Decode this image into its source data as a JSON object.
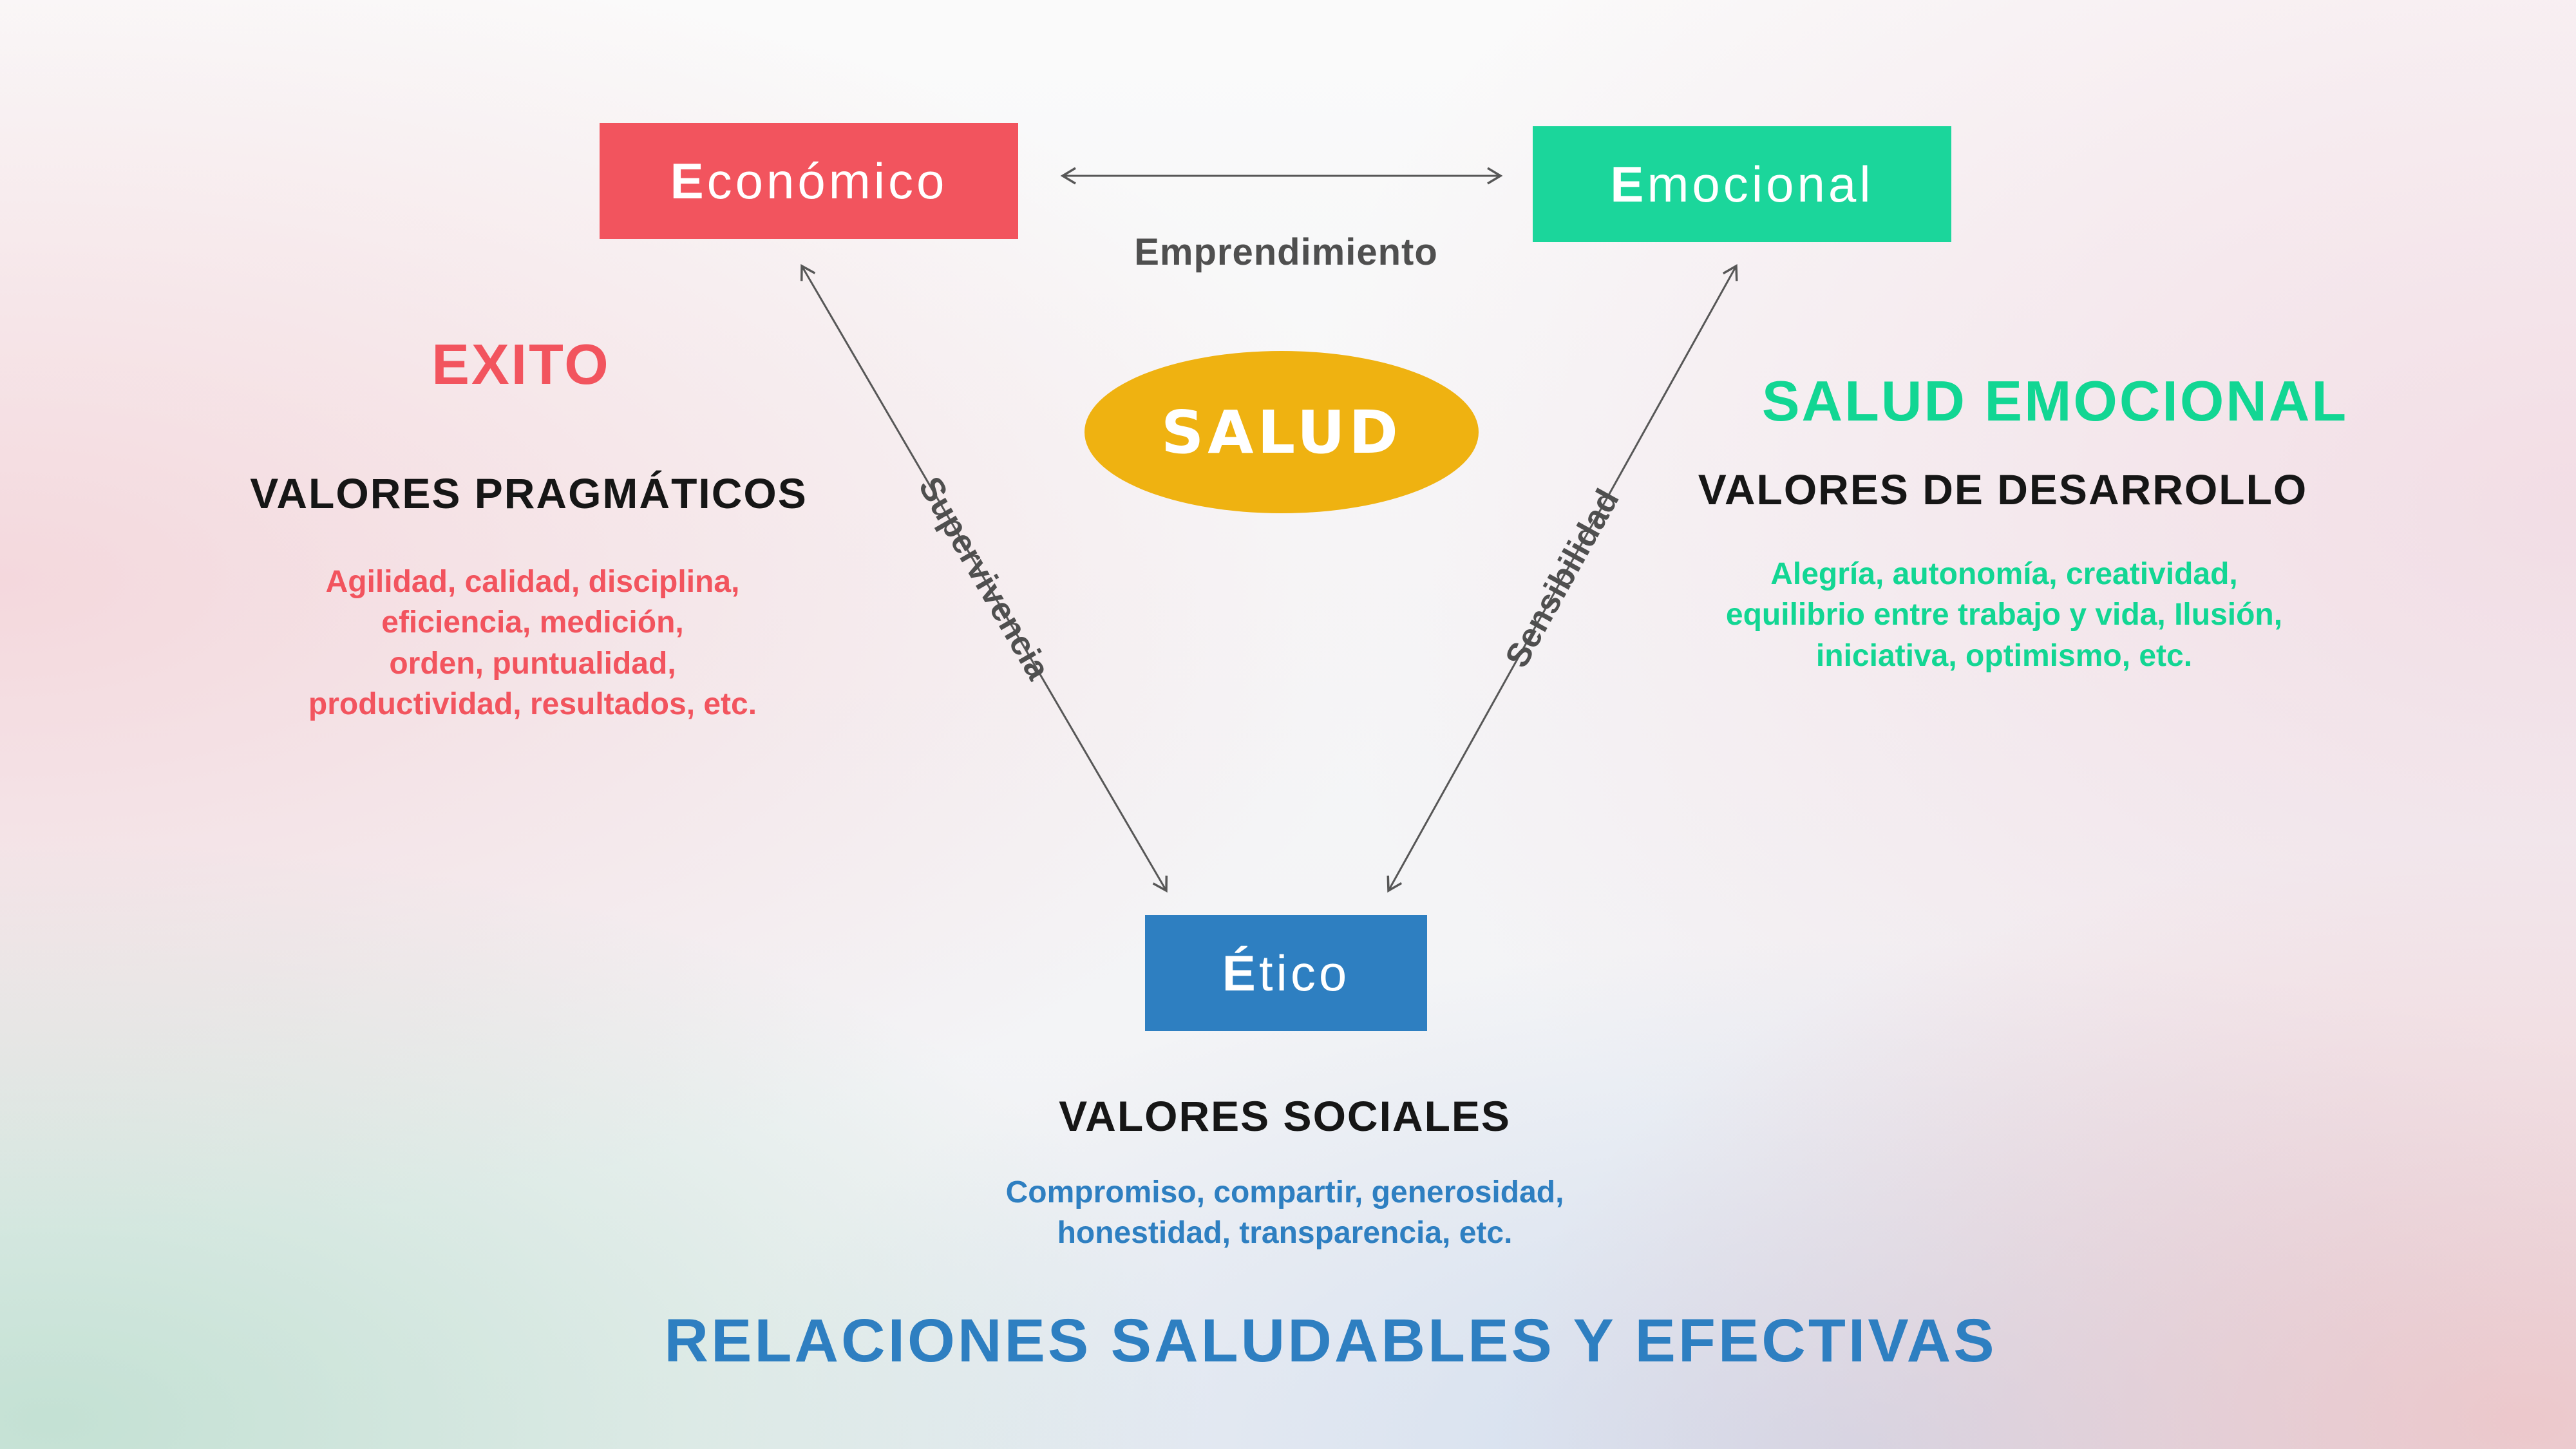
{
  "nodes": {
    "economico": {
      "label": "Económico",
      "color": "#F2545E"
    },
    "emocional": {
      "label": "Emocional",
      "color": "#1BD69B"
    },
    "etico": {
      "label": "Ético",
      "color": "#2E7FC1"
    }
  },
  "center": {
    "label": "SALUD",
    "color": "#EFB211"
  },
  "edges": {
    "top": "Emprendimiento",
    "left": "Supervivencia",
    "right": "Sensibilidad"
  },
  "blocks": {
    "left": {
      "title": "EXITO",
      "subtitle": "VALORES PRAGMÁTICOS",
      "body": "Agilidad, calidad, disciplina,\neficiencia, medición,\norden, puntualidad,\nproductividad, resultados, etc.",
      "accent": "#F2545E"
    },
    "right": {
      "title": "SALUD EMOCIONAL",
      "subtitle": "VALORES DE DESARROLLO",
      "body": "Alegría, autonomía, creatividad,\nequilibrio entre trabajo y vida, Ilusión,\niniciativa, optimismo, etc.",
      "accent": "#12D693"
    },
    "bottom": {
      "subtitle": "VALORES SOCIALES",
      "body": "Compromiso, compartir, generosidad,\nhonestidad, transparencia, etc.",
      "accent": "#2E7FC1"
    }
  },
  "footer": "RELACIONES SALUDABLES Y EFECTIVAS",
  "colors": {
    "arrow": "#575757",
    "heading": "#161616",
    "edge_label": "#4F4F4F"
  }
}
